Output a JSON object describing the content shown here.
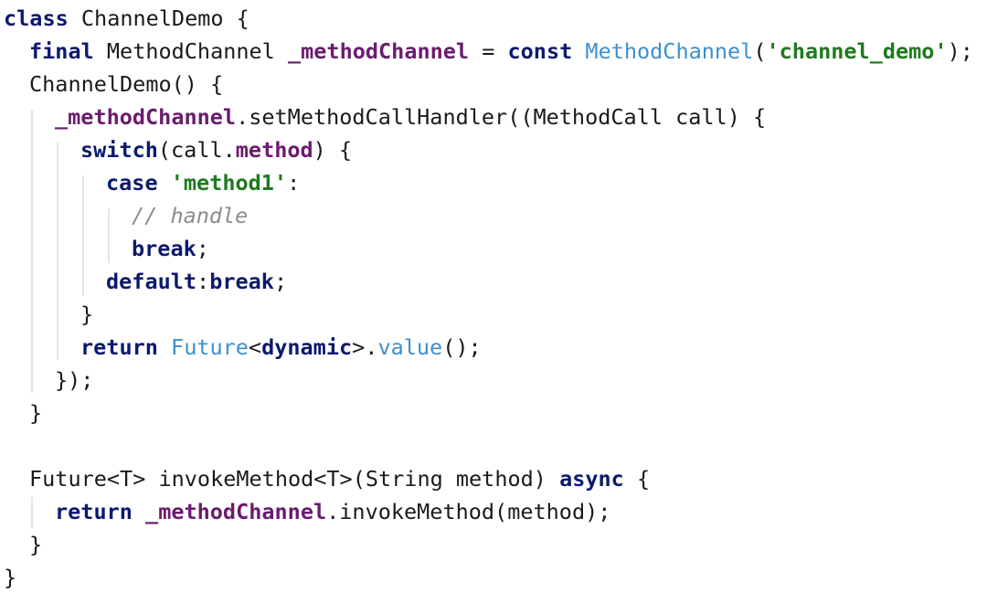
{
  "code": {
    "l1": {
      "kw": "class",
      "name": " ChannelDemo {"
    },
    "l2": {
      "kw1": "final",
      "type": " MethodChannel ",
      "field": "_methodChannel",
      "eq": " = ",
      "kw2": "const",
      "sp": " ",
      "ctor": "MethodChannel",
      "open": "(",
      "str": "'channel_demo'",
      "close": ");"
    },
    "l3": {
      "text": "ChannelDemo() {"
    },
    "l4": {
      "field": "_methodChannel",
      "rest": ".setMethodCallHandler((MethodCall call) {"
    },
    "l5": {
      "kw": "switch",
      "open": "(call.",
      "field": "method",
      "close": ") {"
    },
    "l6": {
      "kw": "case",
      "sp": " ",
      "str": "'method1'",
      "colon": ":"
    },
    "l7": {
      "comment": "// handle"
    },
    "l8": {
      "kw": "break",
      "semi": ";"
    },
    "l9": {
      "kw1": "default",
      "colon": ":",
      "kw2": "break",
      "semi": ";"
    },
    "l10": {
      "text": "}"
    },
    "l11": {
      "kw": "return",
      "sp": " ",
      "type": "Future",
      "lt": "<",
      "kw2": "dynamic",
      "gt": ">.",
      "call": "value",
      "end": "();"
    },
    "l12": {
      "text": "});"
    },
    "l13": {
      "text": "}"
    },
    "l14": {
      "pre": "Future<T> invokeMethod<T>(String method) ",
      "kw": "async",
      "post": " {"
    },
    "l15": {
      "kw": "return",
      "sp": " ",
      "field": "_methodChannel",
      "rest": ".invokeMethod(method);"
    },
    "l16": {
      "text": "}"
    },
    "l17": {
      "text": "}"
    }
  },
  "colors": {
    "keyword": "#0b1a6e",
    "field": "#6a1b6f",
    "type": "#3d8fd1",
    "string": "#1e7a1e",
    "comment": "#8c8c8c",
    "indent_guide": "#e4e4e4"
  }
}
